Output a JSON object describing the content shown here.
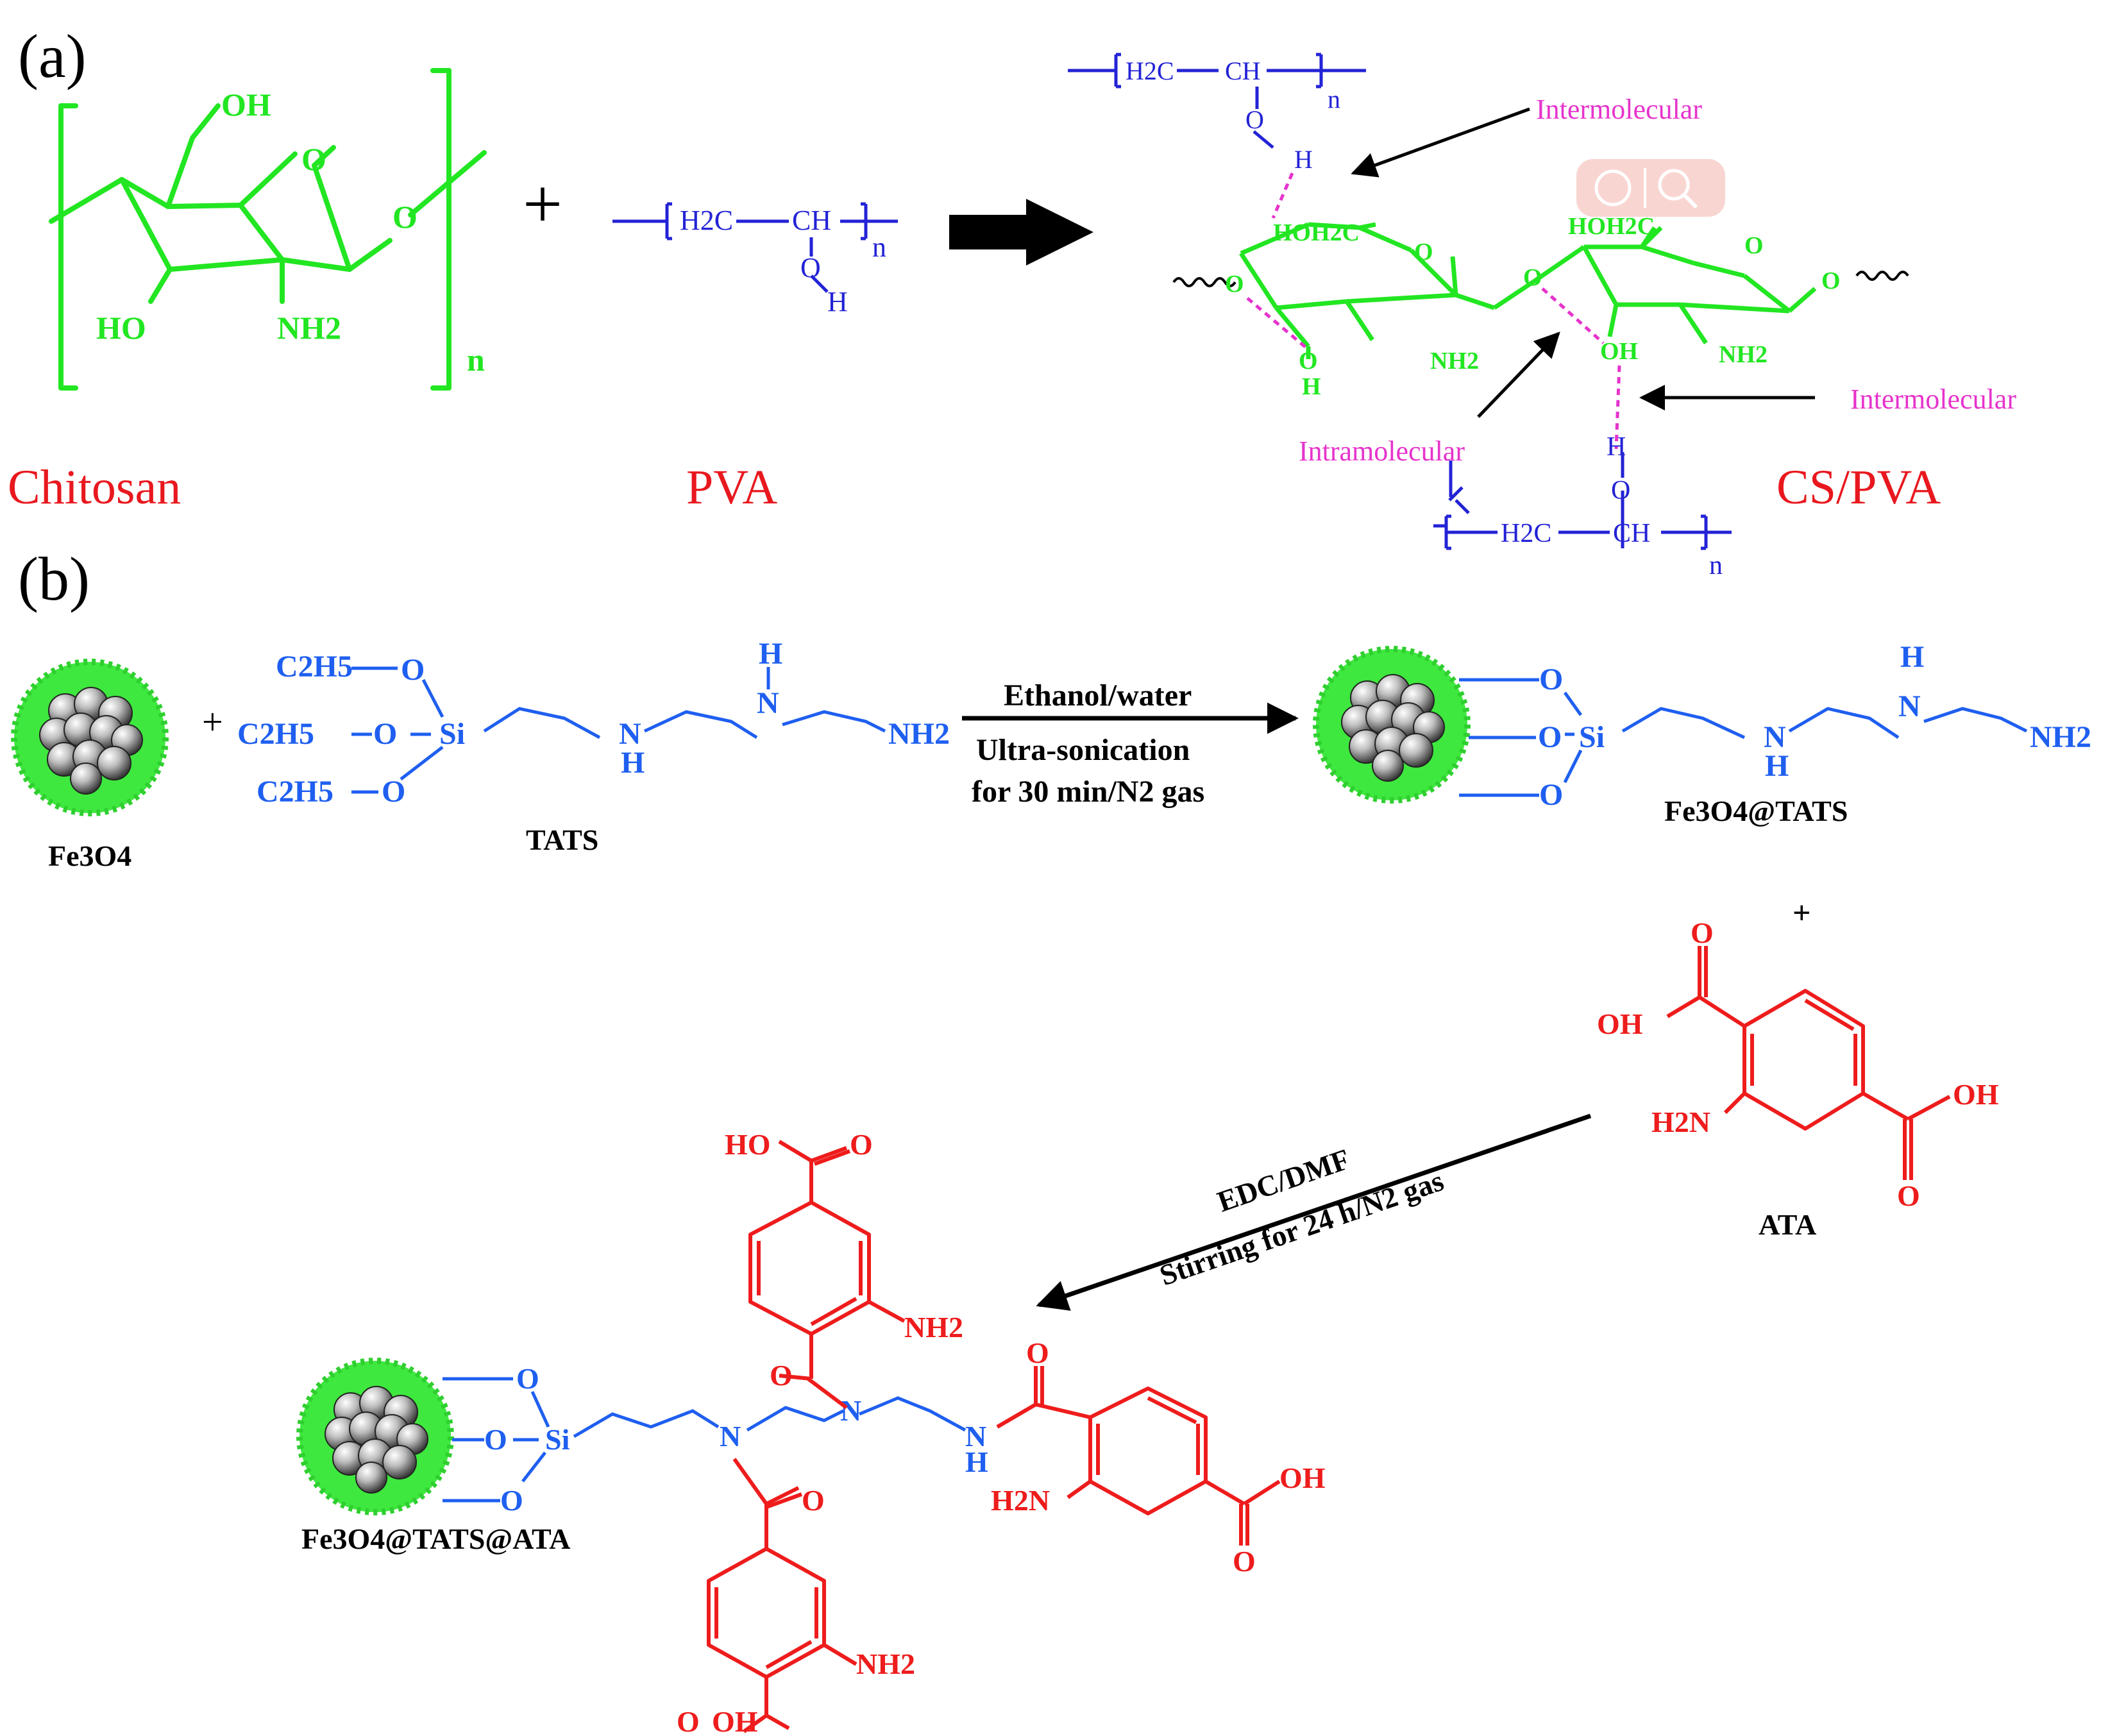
{
  "colors": {
    "chitosan_green": "#22e622",
    "pva_blue": "#2323d6",
    "tats_blue": "#1f5ff0",
    "ata_red": "#ee1c1c",
    "label_red": "#e8181e",
    "bond_pink": "#e633cc",
    "arrow_black": "#000000",
    "shell_green": "#3ee83e",
    "watermark_pink": "#f4b3ad"
  },
  "panel_a": {
    "panel_label": "(a)",
    "chitosan": {
      "name": "Chitosan",
      "oh_top": "OH",
      "ring_o": "O",
      "bridge_o": "O",
      "ho": "HO",
      "nh2": "NH2",
      "n": "n"
    },
    "plus": "+",
    "pva": {
      "name": "PVA",
      "h2c": "H2C",
      "ch": "CH",
      "o": "O",
      "h": "H",
      "n": "n"
    },
    "product": {
      "name": "CS/PVA",
      "top_pva": {
        "h2c": "H2C",
        "ch": "CH",
        "o": "O",
        "h": "H",
        "n": "n"
      },
      "bottom_pva": {
        "h2c": "H2C",
        "ch": "CH",
        "o": "O",
        "h": "H",
        "n": "n"
      },
      "left_unit": {
        "hoh2c": "HOH2C",
        "ring_o": "O",
        "o_left": "O",
        "oh_bottom": "O",
        "h_bottom": "H",
        "nh2": "NH2"
      },
      "bridge_o": "O",
      "right_unit": {
        "hoh2c": "HOH2C",
        "ring_o": "O",
        "o_right": "O",
        "oh": "OH",
        "nh2": "NH2"
      },
      "label_intermolecular_top": "Intermolecular",
      "label_intermolecular_right": "Intermolecular",
      "label_intramolecular": "Intramolecular"
    },
    "watermark_icon_names": [
      "ai-icon",
      "search-icon"
    ]
  },
  "panel_b": {
    "panel_label": "(b)",
    "fe3o4_label": "Fe3O4",
    "plus1": "+",
    "tats": {
      "name": "TATS",
      "ethyl": "C2H5",
      "o": "O",
      "si": "Si",
      "nh_top_h": "H",
      "n": "N",
      "nh2": "NH2"
    },
    "reaction1": {
      "line1": "Ethanol/water",
      "line2": "Ultra-sonication",
      "line3": "for 30 min/N2 gas"
    },
    "fe3o4_tats_label": "Fe3O4@TATS",
    "plus2": "+",
    "ata": {
      "name": "ATA",
      "oh": "OH",
      "o": "O",
      "h2n": "H2N"
    },
    "reaction2": {
      "line1": "EDC/DMF",
      "line2": "Stirring  for 24 h/N2 gas"
    },
    "final": {
      "name": "Fe3O4@TATS@ATA",
      "si": "Si",
      "o": "O",
      "n": "N",
      "nh": "NH",
      "h": "H",
      "nh2": "NH2",
      "h2n": "H2N",
      "ho": "HO",
      "oh": "OH"
    }
  }
}
